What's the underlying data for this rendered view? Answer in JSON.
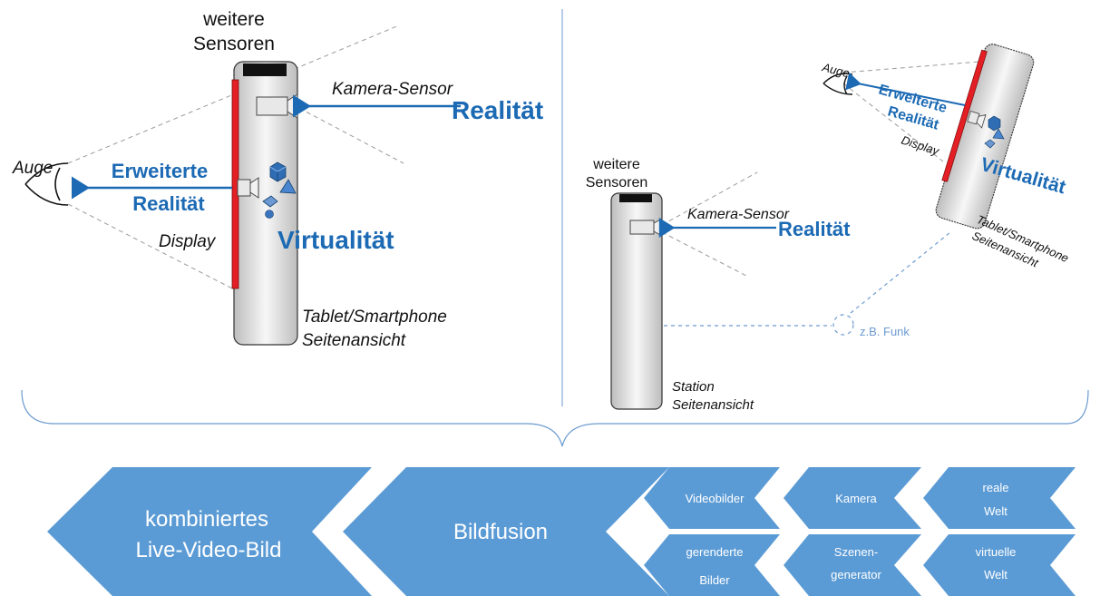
{
  "colors": {
    "accent_blue": "#1c6ab4",
    "chevron_blue": "#5b9bd5",
    "display_red": "#e31e24",
    "link_blue": "#6c9bd0",
    "device_gray": "#c8c8c8"
  },
  "left_panel": {
    "sensors_line1": "weitere",
    "sensors_line2": "Sensoren",
    "camera_sensor": "Kamera-Sensor",
    "reality": "Realität",
    "eye": "Auge",
    "augmented_line1": "Erweiterte",
    "augmented_line2": "Realität",
    "display": "Display",
    "virtuality": "Virtualität",
    "device_line1": "Tablet/Smartphone",
    "device_line2": "Seitenansicht"
  },
  "right_panel": {
    "sensors_line1": "weitere",
    "sensors_line2": "Sensoren",
    "camera_sensor": "Kamera-Sensor",
    "reality": "Realität",
    "station_line1": "Station",
    "station_line2": "Seitenansicht",
    "radio": "z.B. Funk",
    "tablet": {
      "eye": "Auge",
      "augmented_line1": "Erweiterte",
      "augmented_line2": "Realität",
      "display": "Display",
      "virtuality": "Virtualität",
      "device_line1": "Tablet/Smartphone",
      "device_line2": "Seitenansicht"
    }
  },
  "process": {
    "result_line1": "kombiniertes",
    "result_line2": "Live-Video-Bild",
    "fusion": "Bildfusion",
    "top_row": {
      "step1": "Videobilder",
      "step2": "Kamera",
      "step3_line1": "reale",
      "step3_line2": "Welt"
    },
    "bottom_row": {
      "step1_line1": "gerenderte",
      "step1_line2": "Bilder",
      "step2_line1": "Szenen-",
      "step2_line2": "generator",
      "step3_line1": "virtuelle",
      "step3_line2": "Welt"
    }
  }
}
